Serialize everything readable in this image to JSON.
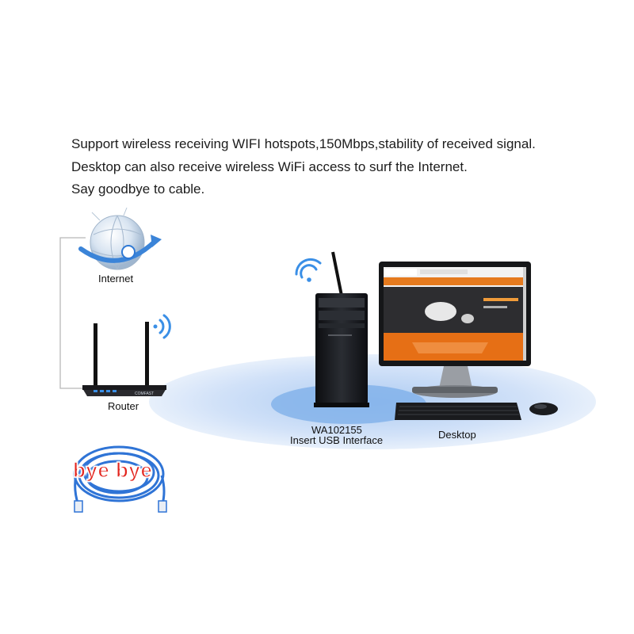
{
  "headline": {
    "line1": "Support wireless receiving WIFI hotspots,150Mbps,stability of received signal.",
    "line2": "Desktop can also receive wireless WiFi access to surf the Internet.",
    "line3": "Say goodbye to cable."
  },
  "nodes": {
    "internet": "Internet",
    "router": "Router",
    "router_brand": "COMFAST",
    "adapter_model": "WA102155",
    "adapter_note": "Insert USB Interface",
    "desktop": "Desktop"
  },
  "cable_caption": "bye bye",
  "icons": [
    "globe-icon",
    "wifi-signal-icon",
    "router-icon",
    "pc-tower-icon",
    "monitor-icon",
    "keyboard-icon",
    "mouse-icon",
    "ethernet-cable-icon"
  ],
  "colors": {
    "ellipse": "#c9dcf7",
    "ellipse_inner": "#8cb6ea",
    "wifi": "#3a8fe6",
    "cable": "#2f74d6",
    "screen_accent": "#f07a20",
    "bye_text": "#e3261f"
  }
}
